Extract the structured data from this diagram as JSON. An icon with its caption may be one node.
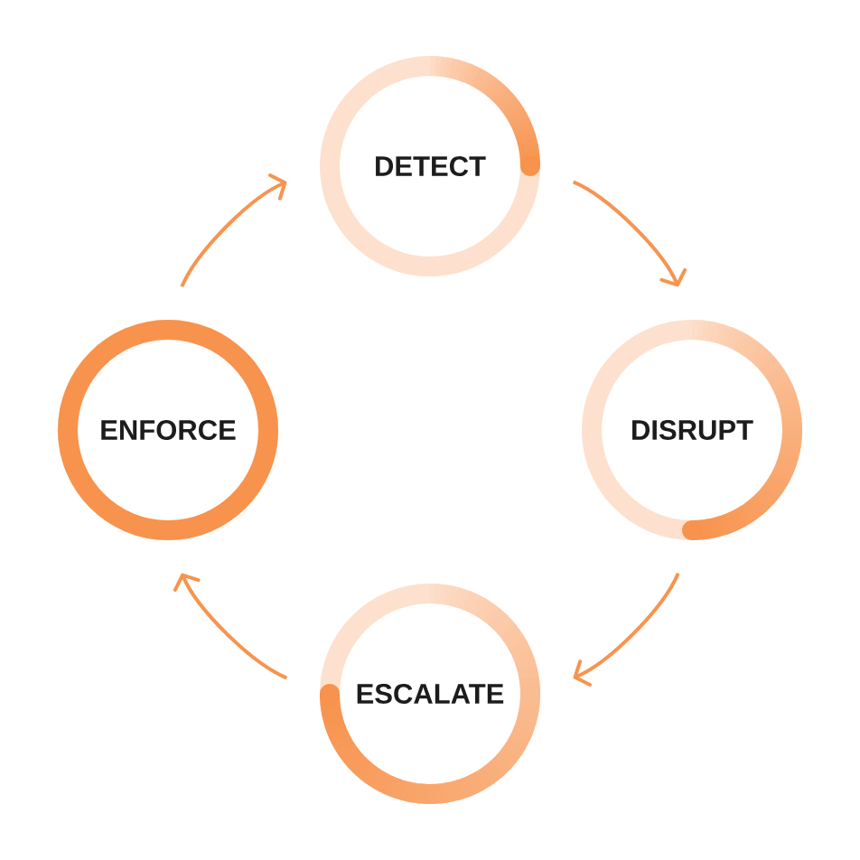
{
  "diagram": {
    "nodes": [
      {
        "text": [
          "DETECT"
        ]
      },
      {
        "text": [
          "ENFORCE"
        ]
      },
      {
        "text": [
          "DISRUPT"
        ]
      },
      {
        "text": [
          "ESCALATE"
        ]
      }
    ],
    "edges": [
      {
        "from": 0,
        "to": 2,
        "arrow": "to"
      },
      {
        "from": 2,
        "to": 3,
        "arrow": "to"
      },
      {
        "from": 3,
        "to": 1,
        "arrow": "to"
      },
      {
        "from": 1,
        "to": 0,
        "arrow": "to"
      }
    ]
  }
}
